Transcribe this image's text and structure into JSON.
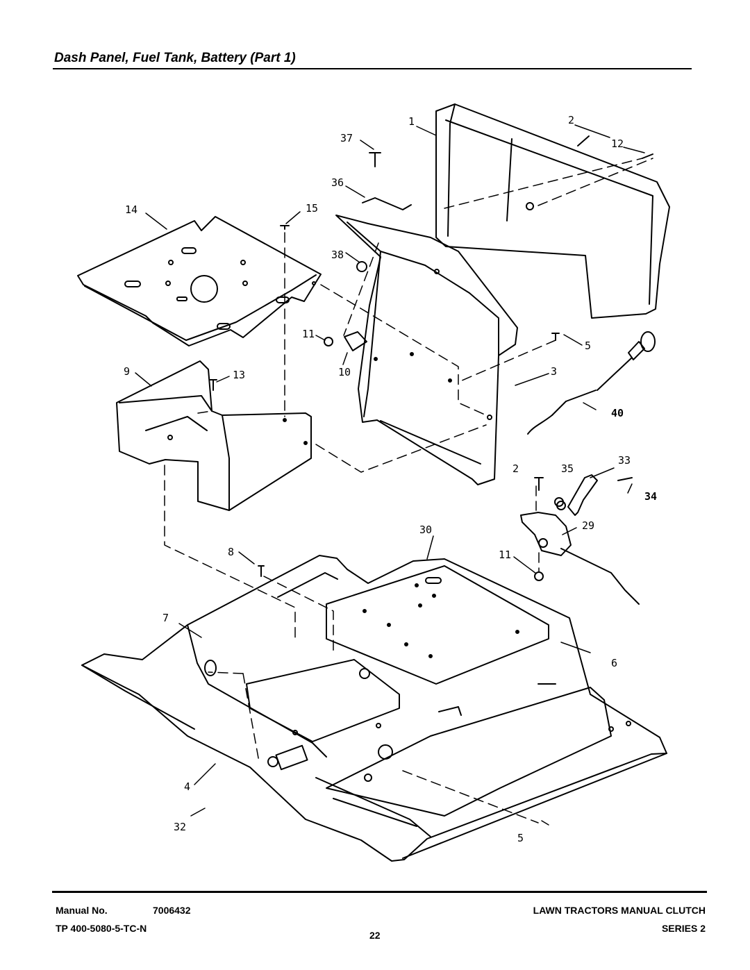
{
  "header": {
    "title": "Dash Panel, Fuel Tank, Battery (Part 1)"
  },
  "callouts": {
    "c1": "1",
    "c2a": "2",
    "c2b": "2",
    "c3": "3",
    "c4": "4",
    "c5a": "5",
    "c5b": "5",
    "c6": "6",
    "c7": "7",
    "c8": "8",
    "c9": "9",
    "c10": "10",
    "c11a": "11",
    "c11b": "11",
    "c12": "12",
    "c13": "13",
    "c14": "14",
    "c15": "15",
    "c29": "29",
    "c30": "30",
    "c32": "32",
    "c33": "33",
    "c34": "34",
    "c35": "35",
    "c36": "36",
    "c37": "37",
    "c38": "38",
    "c40": "40"
  },
  "footer": {
    "manual_label": "Manual No.",
    "manual_number": "7006432",
    "tp_number": "TP 400-5080-5-TC-N",
    "page_number": "22",
    "product": "LAWN TRACTORS MANUAL CLUTCH",
    "series": "SERIES 2"
  }
}
